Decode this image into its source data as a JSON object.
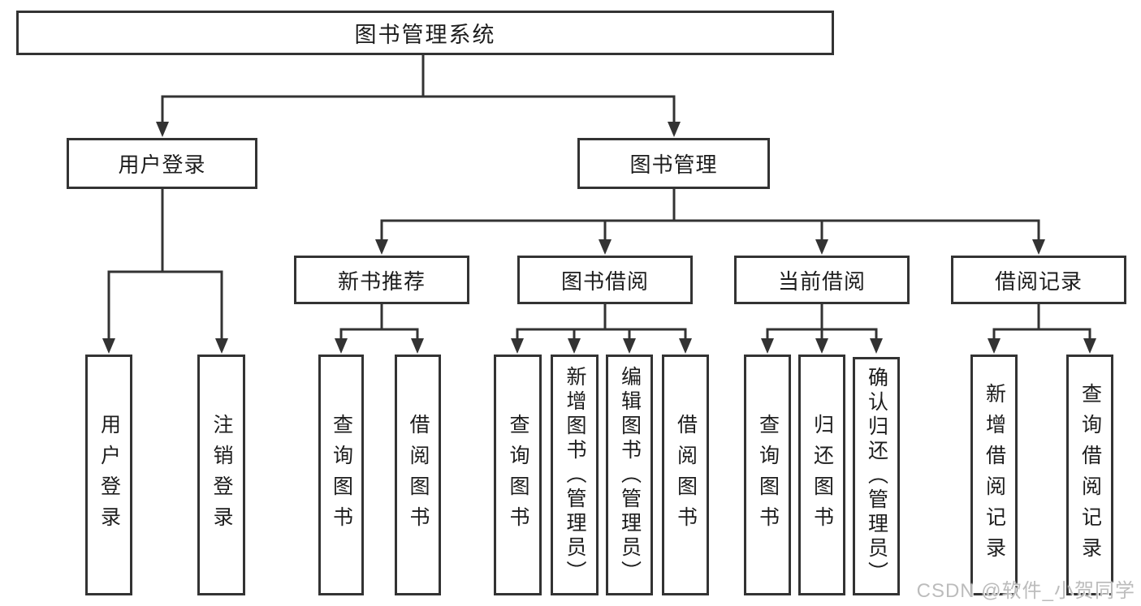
{
  "diagram": {
    "title": "图书管理系统",
    "watermark": "CSDN @软件_小贺同学",
    "colors": {
      "line": "#333333",
      "box_border": "#333333",
      "text": "#1d1d1d",
      "background": "#ffffff",
      "watermark": "#bcbcbc"
    },
    "tree": {
      "label": "图书管理系统",
      "children": [
        {
          "label": "用户登录",
          "children": [
            {
              "label": "用户登录"
            },
            {
              "label": "注销登录"
            }
          ]
        },
        {
          "label": "图书管理",
          "children": [
            {
              "label": "新书推荐",
              "children": [
                {
                  "label": "查询图书"
                },
                {
                  "label": "借阅图书"
                }
              ]
            },
            {
              "label": "图书借阅",
              "children": [
                {
                  "label": "查询图书"
                },
                {
                  "label": "新增图书（管理员）"
                },
                {
                  "label": "编辑图书（管理员）"
                },
                {
                  "label": "借阅图书"
                }
              ]
            },
            {
              "label": "当前借阅",
              "children": [
                {
                  "label": "查询图书"
                },
                {
                  "label": "归还图书"
                },
                {
                  "label": "确认归还（管理员）"
                }
              ]
            },
            {
              "label": "借阅记录",
              "children": [
                {
                  "label": "新增借阅记录"
                },
                {
                  "label": "查询借阅记录"
                }
              ]
            }
          ]
        }
      ]
    }
  }
}
